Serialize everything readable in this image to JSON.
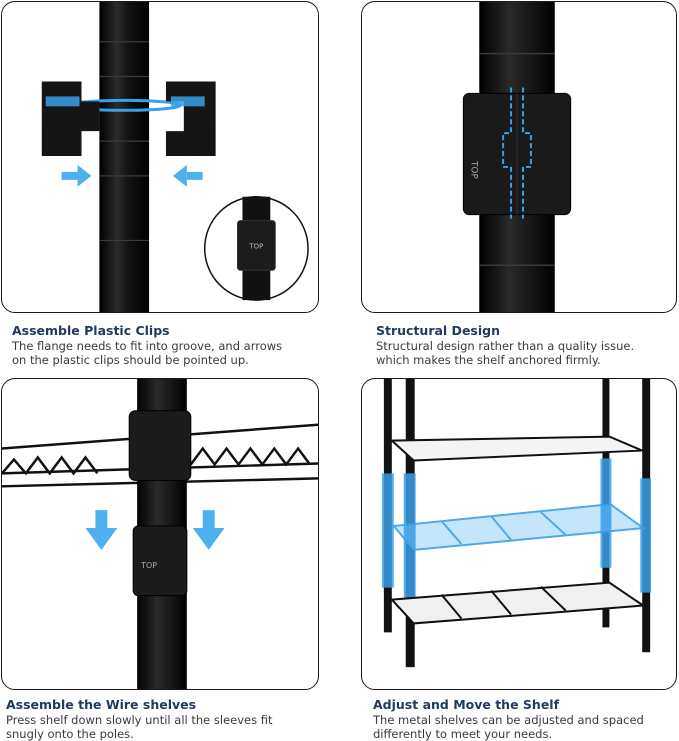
{
  "panels": [
    {
      "title": "Assemble Plastic Clips",
      "line1": "The flange needs to fit into groove, and arrows",
      "line2": "on the plastic clips should be pointed up.",
      "inset_label": "TOP"
    },
    {
      "title": "Structural Design",
      "line1": "Structural design rather than a quality issue.",
      "line2": "which makes the shelf anchored firmly.",
      "clip_label": "TOP"
    },
    {
      "title": "Assemble the Wire shelves",
      "line1": "Press shelf down slowly until all the sleeves fit",
      "line2": "snugly onto the poles.",
      "clip_label": "TOP"
    },
    {
      "title": "Adjust and Move the Shelf",
      "line1": "The metal shelves can be adjusted and spaced",
      "line2": "differently to meet your needs."
    }
  ],
  "colors": {
    "accent": "#3aa0e8",
    "pole": "#111111",
    "title": "#1f3a5c"
  }
}
